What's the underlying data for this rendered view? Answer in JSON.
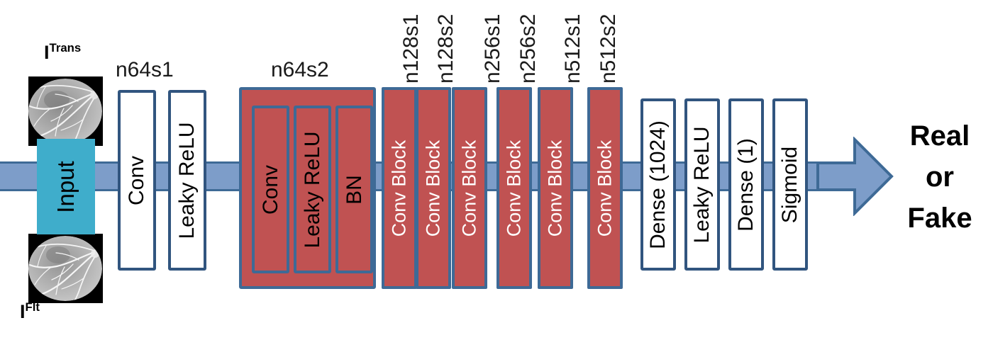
{
  "figure": {
    "type": "neural-network-architecture-diagram",
    "subject": "GAN discriminator network",
    "colors": {
      "flow_arrow": "#7d9dc9",
      "flow_arrow_border": "#3e6a96",
      "input_box": "#3fadcb",
      "conv_block_red": "#c05252",
      "box_border_blue": "#31557f",
      "red_border_blue": "#3e6a96",
      "text_black": "#000000",
      "text_white": "#ffffff",
      "background": "#ffffff"
    }
  },
  "inputs": {
    "top_image": {
      "label_base": "I",
      "label_sup": "Trans",
      "description": "grayscale retinal fluorescein angiography image"
    },
    "bottom_image": {
      "label_base": "I",
      "label_sup": "Flt",
      "description": "grayscale retinal fluorescein angiography image"
    },
    "input_box_label": "Input"
  },
  "group_labels": {
    "n64s1": "n64s1",
    "n64s2": "n64s2"
  },
  "conv_block_labels": [
    "n128s1",
    "n128s2",
    "n256s1",
    "n256s2",
    "n512s1",
    "n512s2"
  ],
  "layers": {
    "first_conv": "Conv",
    "first_act": "Leaky ReLU",
    "red_sub": [
      "Conv",
      "Leaky ReLU",
      "BN"
    ],
    "conv_block_label": "Conv Block",
    "dense_1024": "Dense (1024)",
    "dense_act": "Leaky ReLU",
    "dense_1": "Dense (1)",
    "sigmoid": "Sigmoid"
  },
  "output": {
    "line1": "Real",
    "line2": "or",
    "line3": "Fake"
  }
}
